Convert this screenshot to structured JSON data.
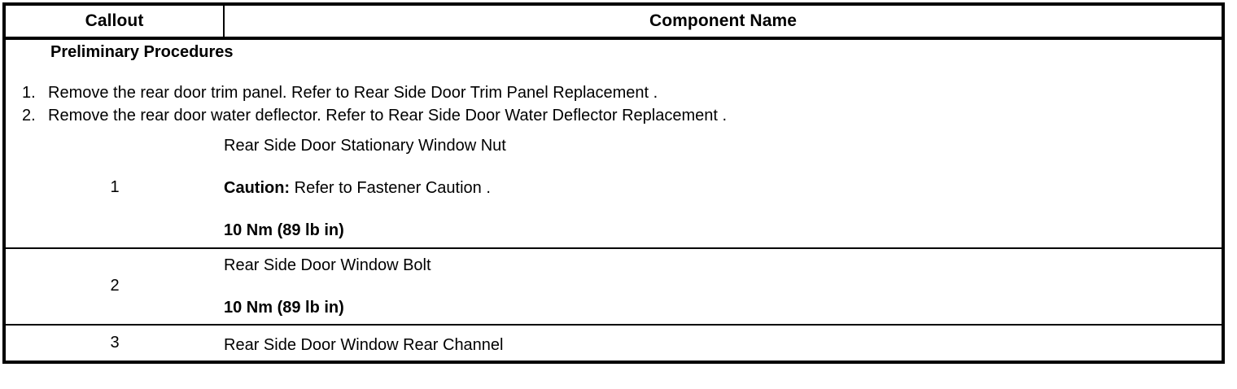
{
  "table": {
    "headers": {
      "callout": "Callout",
      "component_name": "Component Name"
    },
    "preliminary": {
      "title": "Preliminary Procedures",
      "steps": [
        {
          "number": "1.",
          "text": "Remove the rear door trim panel. Refer to Rear Side Door Trim Panel Replacement ."
        },
        {
          "number": "2.",
          "text": "Remove the rear door water deflector. Refer to Rear Side Door Water Deflector Replacement ."
        }
      ]
    },
    "rows": [
      {
        "callout": "1",
        "lines": [
          {
            "text": "Rear Side Door Stationary Window Nut",
            "bold": false
          },
          {
            "label": "Caution:",
            "text": " Refer to Fastener Caution .",
            "bold": false
          },
          {
            "text": "10 Nm (89 lb in)",
            "bold": true
          }
        ]
      },
      {
        "callout": "2",
        "lines": [
          {
            "text": "Rear Side Door Window Bolt",
            "bold": false
          },
          {
            "text": "10 Nm (89 lb in)",
            "bold": true
          }
        ]
      },
      {
        "callout": "3",
        "lines": [
          {
            "text": "Rear Side Door Window Rear Channel",
            "bold": false
          }
        ]
      }
    ]
  },
  "colors": {
    "border": "#000000",
    "text": "#000000",
    "background": "#ffffff"
  }
}
